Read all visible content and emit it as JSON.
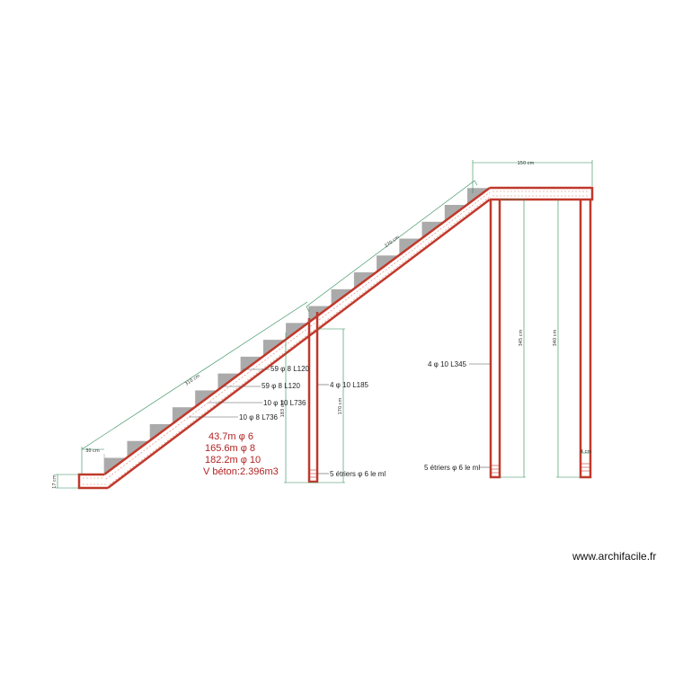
{
  "colors": {
    "concrete_outline": "#c0392b",
    "steps_fill": "#aaaaaa",
    "dimension": "#2e8b57",
    "leader": "#555555",
    "summary": "#b22222"
  },
  "dimensions": {
    "landing_width": "150 cm",
    "upper_run": "270 cm",
    "lower_run": "310 cm",
    "left_top": "30 cm",
    "left_thickness": "17 cm",
    "mid_post_height": "183 cm",
    "mid_post_clear": "170 cm",
    "right_post_1": "345 cm",
    "right_post_2": "340 cm",
    "right_small": "4 cm"
  },
  "rebar_labels": {
    "l1": "59 φ 8 L120",
    "l2": "59 φ 8 L120",
    "l3": "10 φ 10 L736",
    "l4": "10 φ 8 L736",
    "mid_post": "4 φ 10 L185",
    "mid_stirrups": "5 étriers φ 6 le ml",
    "right_post": "4 φ 10 L345",
    "right_stirrups": "5 étriers φ 6 le ml"
  },
  "summary": {
    "line1": "43.7m φ 6",
    "line2": "165.6m φ 8",
    "line3": "182.2m φ 10",
    "line4": "V béton:2.396m3"
  },
  "watermark": "www.archifacile.fr"
}
